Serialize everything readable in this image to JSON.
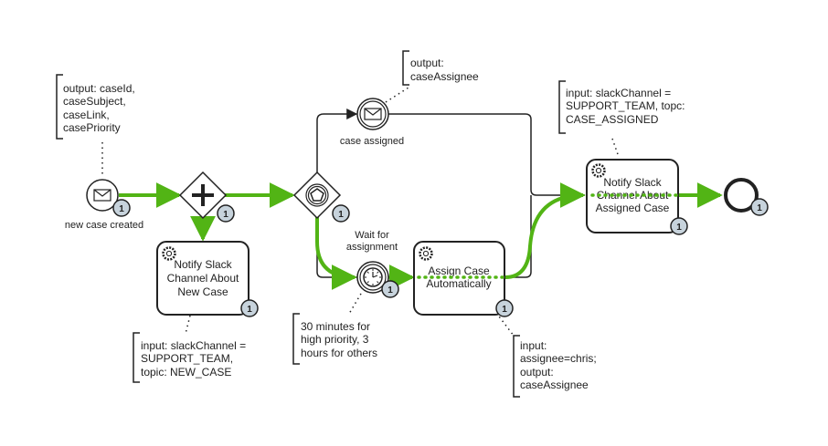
{
  "colors": {
    "stroke": "#222222",
    "path_active": "#52b415",
    "badge_fill": "#c7d3dc",
    "badge_stroke": "#222222",
    "background": "#ffffff"
  },
  "events": {
    "start": {
      "label": "new case created",
      "icon": "envelope-icon",
      "count": "1"
    },
    "case_assigned": {
      "label": "case assigned",
      "icon": "envelope-icon"
    },
    "timer": {
      "label_line1": "Wait for",
      "label_line2": "assignment",
      "icon": "clock-icon",
      "count": "1"
    },
    "end": {
      "count": "1"
    }
  },
  "gateways": {
    "parallel": {
      "icon": "plus-icon",
      "count": "1"
    },
    "event_based": {
      "icon": "pentagon-icon",
      "count": "1"
    }
  },
  "tasks": {
    "notify_new": {
      "lines": [
        "Notify Slack",
        "Channel About",
        "New Case"
      ],
      "icon": "gear-icon",
      "count": "1"
    },
    "assign_auto": {
      "lines": [
        "Assign Case",
        "Automatically"
      ],
      "icon": "gear-icon",
      "count": "1"
    },
    "notify_assigned": {
      "lines": [
        "Notify Slack",
        "Channel About",
        "Assigned Case"
      ],
      "icon": "gear-icon",
      "count": "1"
    }
  },
  "annotations": {
    "start_output": [
      "output: caseId,",
      "caseSubject,",
      "caseLink,",
      "casePriority"
    ],
    "assigned_output": [
      "output:",
      "caseAssignee"
    ],
    "notify_assigned_input": [
      "input: slackChannel =",
      "SUPPORT_TEAM, topc:",
      "CASE_ASSIGNED"
    ],
    "notify_new_input": [
      "input: slackChannel =",
      "SUPPORT_TEAM,",
      "topic: NEW_CASE"
    ],
    "timer_note": [
      "30 minutes for",
      "high priority, 3",
      "hours for others"
    ],
    "assign_io": [
      "input:",
      "assignee=chris;",
      "output:",
      "caseAssignee"
    ]
  }
}
